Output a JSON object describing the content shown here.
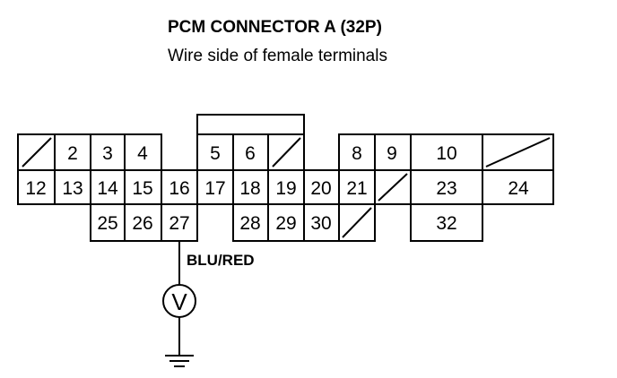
{
  "header": {
    "title": "PCM CONNECTOR A (32P)",
    "subtitle": "Wire side of female terminals"
  },
  "connector": {
    "pins": [
      {
        "label": "2"
      },
      {
        "label": "3"
      },
      {
        "label": "4"
      },
      {
        "label": "5"
      },
      {
        "label": "6"
      },
      {
        "label": "8"
      },
      {
        "label": "9"
      },
      {
        "label": "10"
      },
      {
        "label": "12"
      },
      {
        "label": "13"
      },
      {
        "label": "14"
      },
      {
        "label": "15"
      },
      {
        "label": "16"
      },
      {
        "label": "17"
      },
      {
        "label": "18"
      },
      {
        "label": "19"
      },
      {
        "label": "20"
      },
      {
        "label": "21"
      },
      {
        "label": "23"
      },
      {
        "label": "24"
      },
      {
        "label": "25"
      },
      {
        "label": "26"
      },
      {
        "label": "27"
      },
      {
        "label": "28"
      },
      {
        "label": "29"
      },
      {
        "label": "30"
      },
      {
        "label": "32"
      }
    ]
  },
  "probe": {
    "wire_label": "BLU/RED",
    "meter_symbol": "V",
    "meter_icon": "voltmeter-icon",
    "ground_icon": "ground-icon"
  }
}
